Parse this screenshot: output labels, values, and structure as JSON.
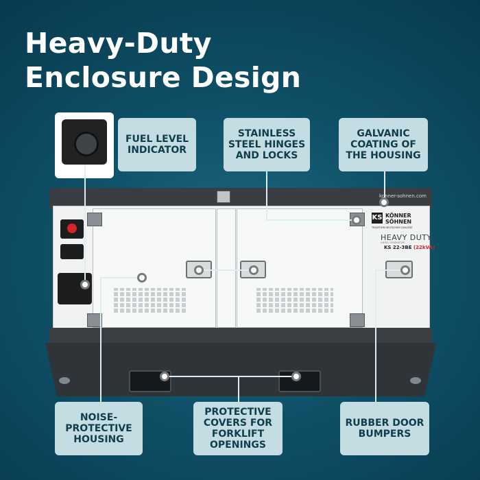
{
  "title": {
    "line1": "Heavy-Duty",
    "line2": "Enclosure Design"
  },
  "callouts": {
    "fuel_level": "Fuel Level Indicator",
    "stainless": "Stainless Steel Hinges and Locks",
    "galvanic": "Galvanic Coating of the Housing",
    "noise": "Noise-Protective Housing",
    "forklift": "Protective Covers for Forklift Openings",
    "rubber": "Rubber Door Bumpers"
  },
  "product": {
    "url": "konner-sohnen.com",
    "brand_mark": "KS",
    "brand_line1": "KÖNNER",
    "brand_line2": "SÖHNEN",
    "tagline": "TRADITION DEUTSCHER QUALITÄT",
    "series": "HEAVY DUTY",
    "series_sub": "DIESEL GENERATOR",
    "model": "KS 22-3BE",
    "power": "(22kVA)"
  },
  "colors": {
    "background": "#0f5168",
    "callout_bg": "#c4dde3",
    "callout_text": "#0f3d4c"
  }
}
